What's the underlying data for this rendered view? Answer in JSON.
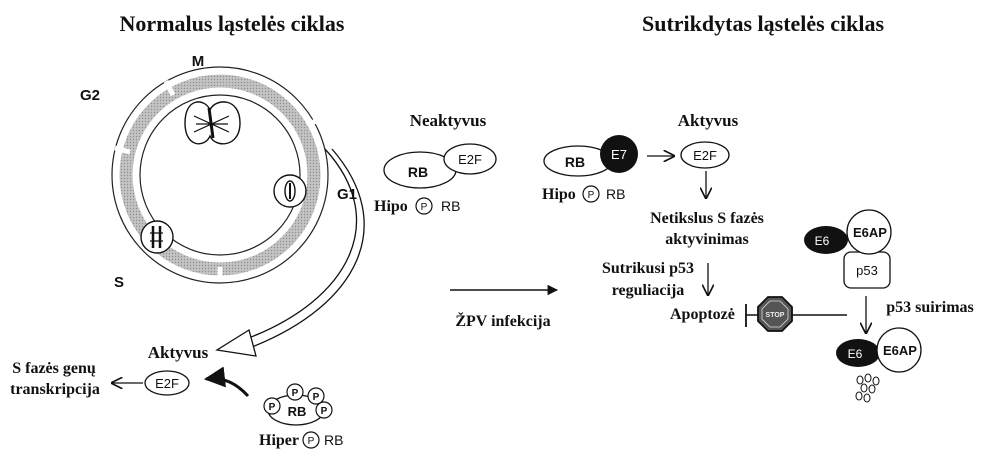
{
  "titles": {
    "normal": "Normalus ląstelės ciklas",
    "disrupted": "Sutrikdytas ląstelės ciklas"
  },
  "phases": {
    "m": "M",
    "g2": "G2",
    "g1": "G1",
    "s": "S"
  },
  "normal": {
    "active_label": "Aktyvus",
    "s_genes_line1": "S fazės genų",
    "s_genes_line2": "transkripcija",
    "e2f": "E2F",
    "rb": "RB",
    "p": "P",
    "hyper": "Hiper",
    "hyper_rb": "RB"
  },
  "middle": {
    "inactive_label": "Neaktyvus",
    "rb": "RB",
    "e2f": "E2F",
    "hypo": "Hipo",
    "p": "P",
    "hypo_rb": "RB",
    "infection": "ŽPV infekcija"
  },
  "disrupted": {
    "rb": "RB",
    "e7": "E7",
    "hypo": "Hipo",
    "p": "P",
    "hypo_rb": "RB",
    "active_label": "Aktyvus",
    "e2f": "E2F",
    "s_phase_line1": "Netikslus S fazės",
    "s_phase_line2": "aktyvinimas",
    "p53_reg_line1": "Sutrikusi p53",
    "p53_reg_line2": "reguliacija",
    "apoptosis": "Apoptozė",
    "stop": "STOP",
    "e6": "E6",
    "e6ap": "E6AP",
    "p53": "p53",
    "degradation": "p53 suirimas",
    "e6_b": "E6",
    "e6ap_b": "E6AP"
  }
}
